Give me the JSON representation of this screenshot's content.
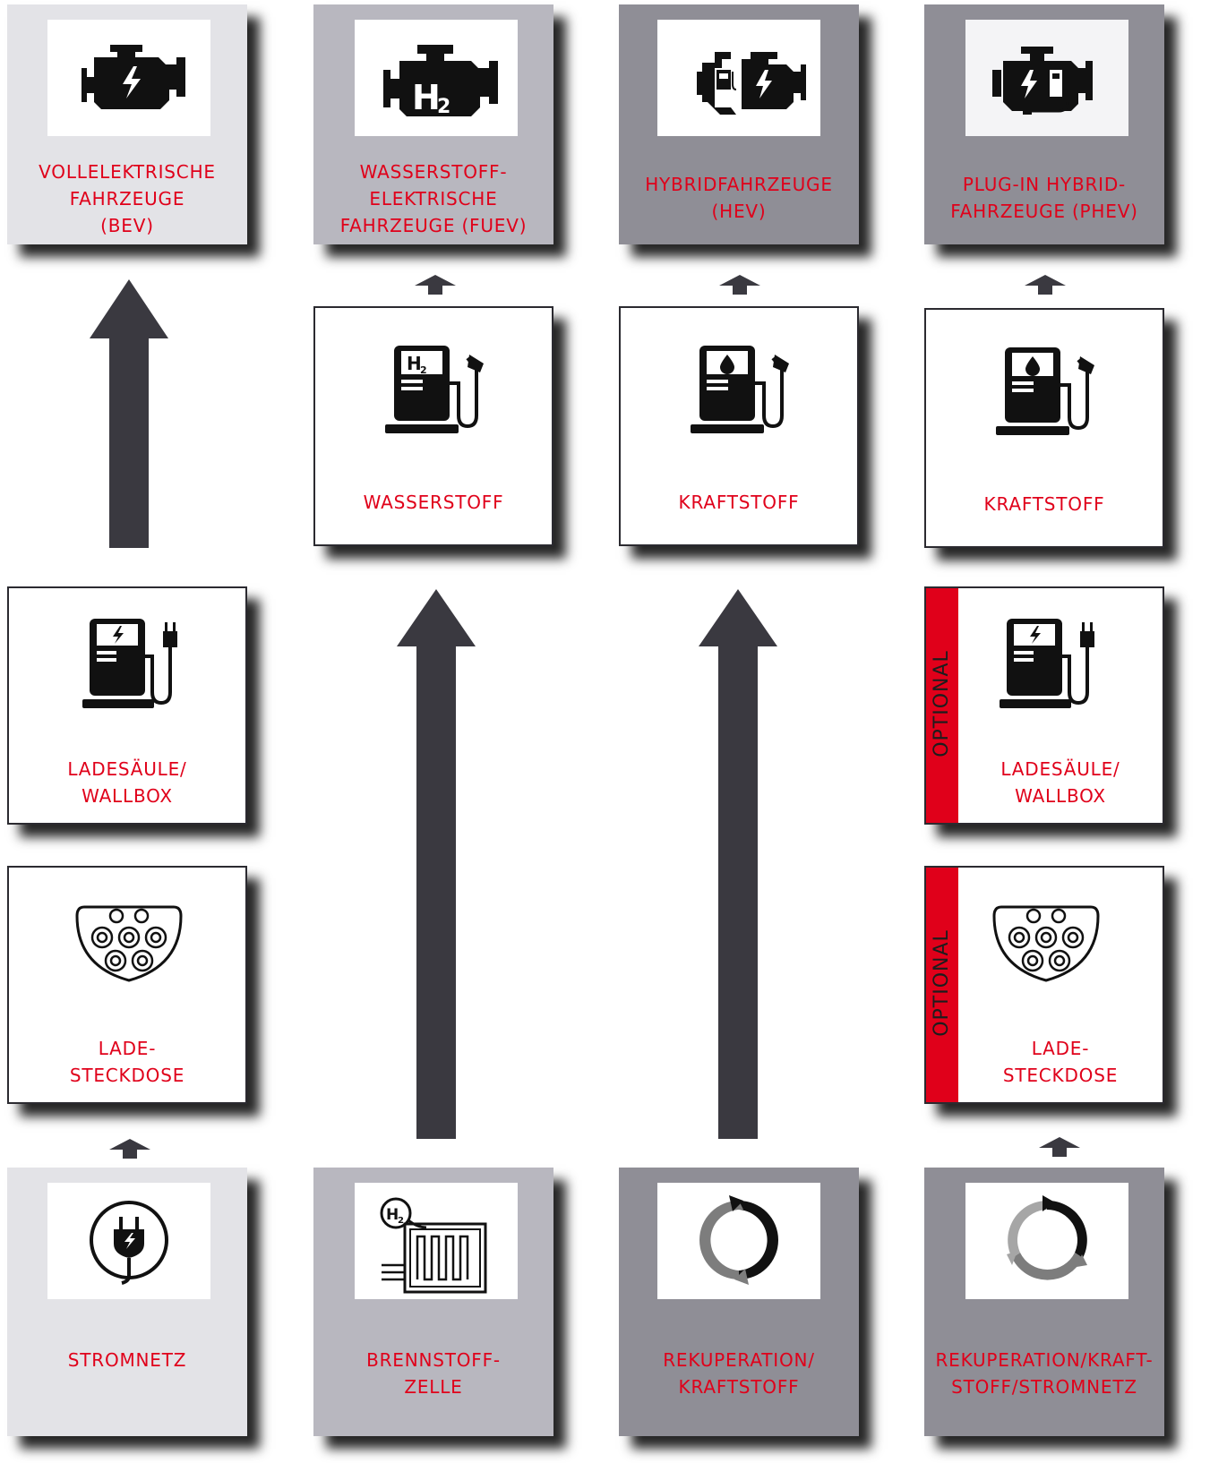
{
  "colors": {
    "accent": "#e0001a",
    "ink": "#3a3940",
    "bev": "#e3e3e7",
    "fuev": "#b8b7bf",
    "hev": "#8f8e96",
    "phev": "#8f8e96"
  },
  "columns": [
    {
      "vehicle": {
        "line1": "VOLLELEKTRISCHE",
        "line2": "FAHRZEUGE",
        "line3": "(BEV)",
        "icon": "engine-electric-icon"
      },
      "source": {
        "line1": "STROMNETZ",
        "icon": "power-plug-icon"
      },
      "mid": [
        {
          "line1": "LADESÄULE/",
          "line2": "WALLBOX",
          "icon": "charging-station-icon"
        },
        {
          "line1": "LADE-",
          "line2": "STECKDOSE",
          "icon": "charging-socket-icon"
        }
      ]
    },
    {
      "vehicle": {
        "line1": "WASSERSTOFF-",
        "line2": "ELEKTRISCHE",
        "line3": "FAHRZEUGE (FUEV)",
        "icon": "engine-hydrogen-icon"
      },
      "fuel": {
        "line1": "WASSERSTOFF",
        "icon": "hydrogen-pump-icon"
      },
      "source": {
        "line1": "BRENNSTOFF-",
        "line2": "ZELLE",
        "icon": "fuel-cell-icon"
      }
    },
    {
      "vehicle": {
        "line1": "HYBRIDFAHRZEUGE",
        "line2": "(HEV)",
        "icon": "engine-hybrid-icon"
      },
      "fuel": {
        "line1": "KRAFTSTOFF",
        "icon": "fuel-pump-icon"
      },
      "source": {
        "line1": "REKUPERATION/",
        "line2": "KRAFTSTOFF",
        "icon": "recuperation-icon"
      }
    },
    {
      "vehicle": {
        "line1": "PLUG-IN HYBRID-",
        "line2": "FAHRZEUGE (PHEV)",
        "icon": "engine-plugin-hybrid-icon"
      },
      "fuel": {
        "line1": "KRAFTSTOFF",
        "icon": "fuel-pump-icon"
      },
      "source": {
        "line1": "REKUPERATION/KRAFT-",
        "line2": "STOFF/STROMNETZ",
        "icon": "recuperation-plug-icon"
      },
      "mid": [
        {
          "line1": "LADESÄULE/",
          "line2": "WALLBOX",
          "icon": "charging-station-icon",
          "badge": "OPTIONAL"
        },
        {
          "line1": "LADE-",
          "line2": "STECKDOSE",
          "icon": "charging-socket-icon",
          "badge": "OPTIONAL"
        }
      ]
    }
  ]
}
